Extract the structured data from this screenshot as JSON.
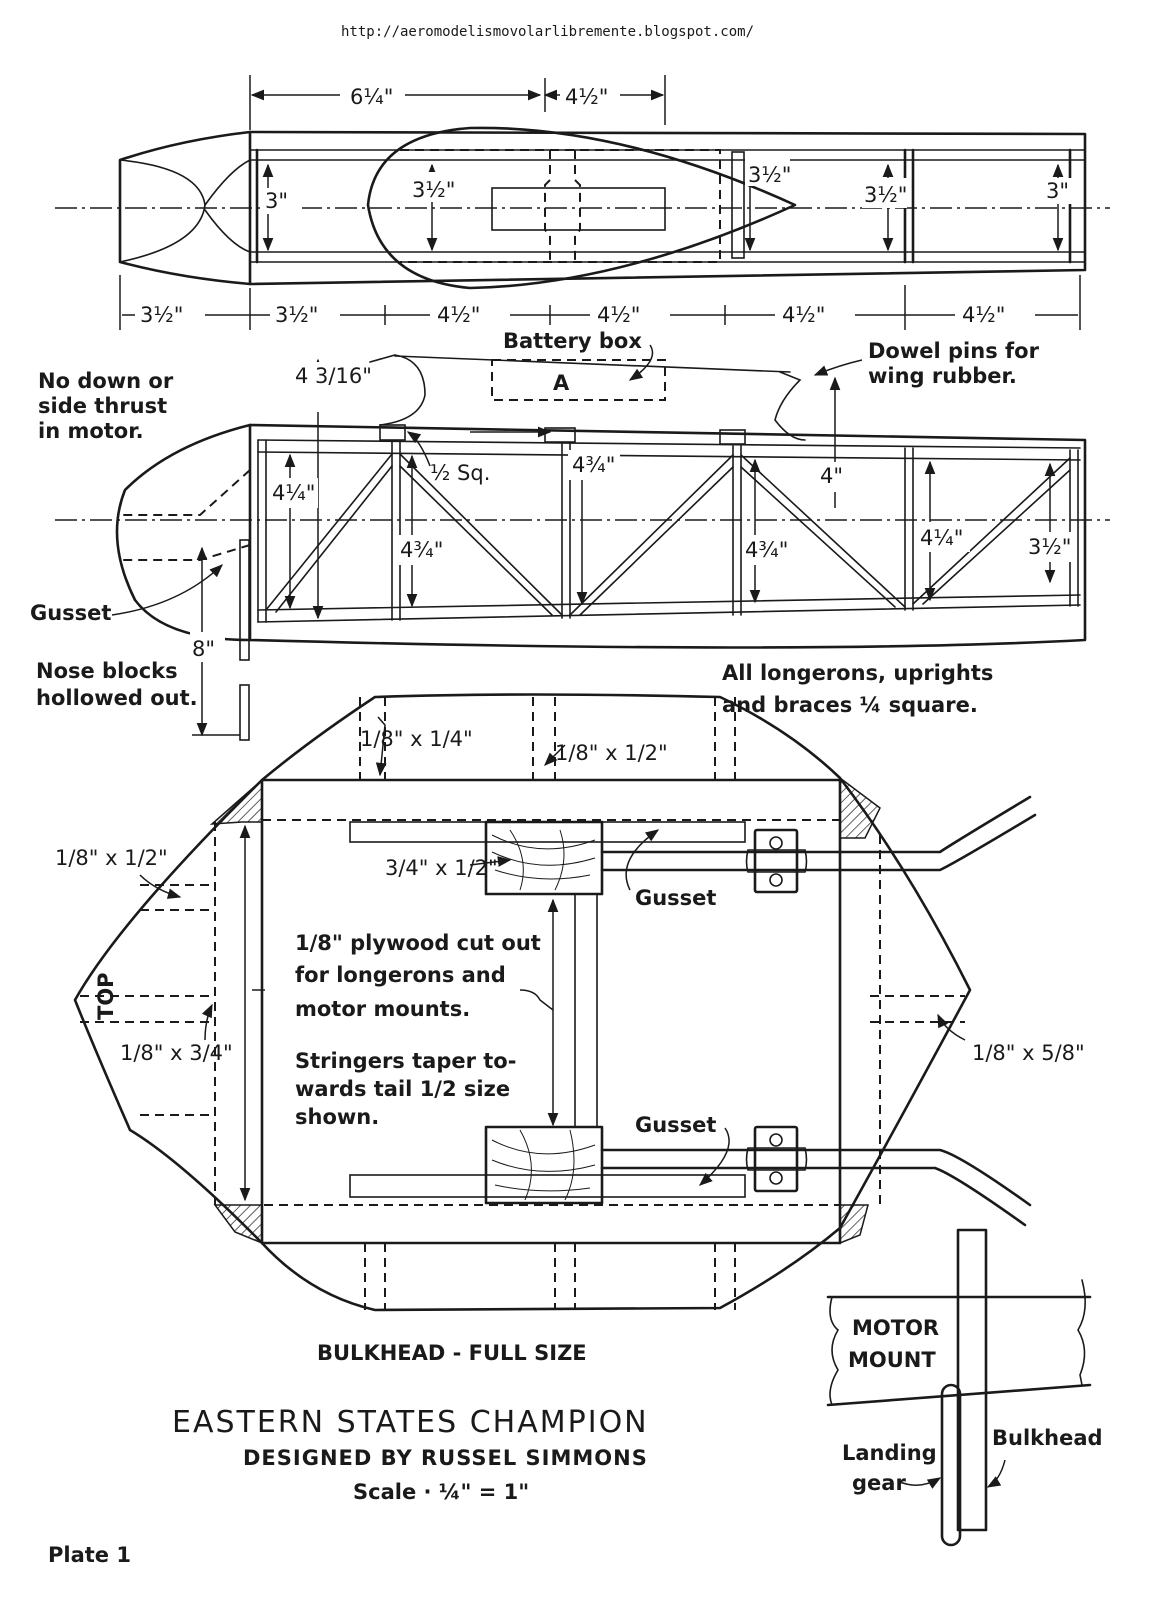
{
  "source_url": "http://aeromodelismovolarlibremente.blogspot.com/",
  "top_view": {
    "top_dims": [
      "6¼\"",
      "4½\""
    ],
    "bottom_dims": [
      "3½\"",
      "3½\"",
      "4½\"",
      "4½\"",
      "4½\"",
      "4½\""
    ],
    "heights": [
      "3\"",
      "3½\"",
      "3½\"",
      "3½\"",
      "3\""
    ]
  },
  "side_view": {
    "battery_box_label": "Battery box",
    "battery_box_letter": "A",
    "dowel_note_1": "Dowel pins for",
    "dowel_note_2": "wing rubber.",
    "thrust_note": [
      "No down or",
      "side thrust",
      "in motor."
    ],
    "dim_pin_height": "4 3/16\"",
    "dim_sq": "½ Sq.",
    "heights": [
      "4¼\"",
      "4¾\"",
      "4¾\"",
      "4¾\"",
      "4\"",
      "4¼\"",
      "3½\""
    ],
    "gusset_label": "Gusset",
    "gear_dim": "8\"",
    "nose_note": [
      "Nose blocks",
      "hollowed out."
    ],
    "longeron_note": [
      "All longerons, uprights",
      "and braces ¼ square."
    ]
  },
  "bulkhead": {
    "top_label": "TOP",
    "dims": [
      "1/8\" x 1/4\"",
      "1/8\" x 1/2\"",
      "1/8\" x 1/2\"",
      "3/4\" x 1/2\"",
      "1/8\" x 3/4\"",
      "1/8\" x 5/8\""
    ],
    "gusset_1": "Gusset",
    "gusset_2": "Gusset",
    "notes": [
      "1/8\" plywood cut out",
      "for longerons and",
      "motor mounts.",
      "Stringers taper to-",
      "wards tail 1/2 size",
      "shown."
    ],
    "caption": "BULKHEAD - FULL SIZE"
  },
  "detail": {
    "motor_mount_1": "MOTOR",
    "motor_mount_2": "MOUNT",
    "landing_gear_1": "Landing",
    "landing_gear_2": "gear",
    "bulkhead": "Bulkhead"
  },
  "title_block": {
    "title": "EASTERN STATES CHAMPION",
    "designer": "DESIGNED BY RUSSEL SIMMONS",
    "scale": "Scale · ¼\" = 1\"",
    "plate": "Plate 1"
  }
}
